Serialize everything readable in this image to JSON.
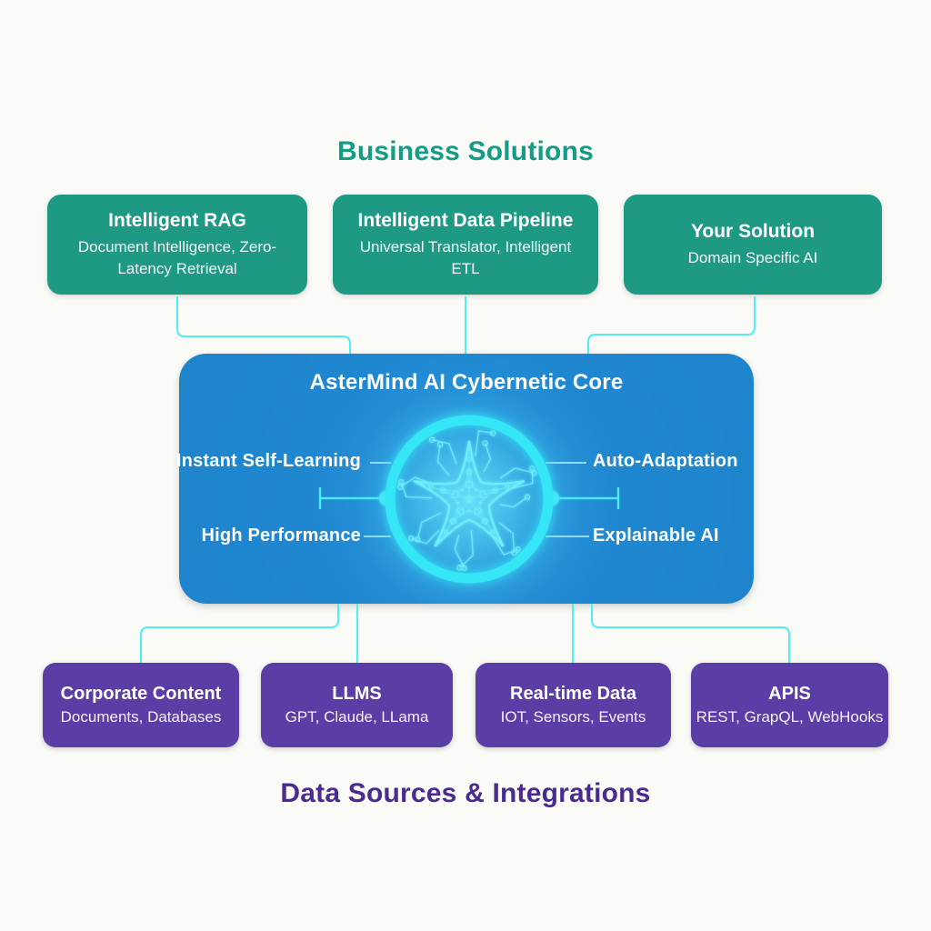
{
  "top_section": {
    "title": "Business Solutions",
    "title_color": "#139c86",
    "box_color": "#1e9a84",
    "boxes": [
      {
        "title": "Intelligent RAG",
        "subtitle": "Document Intelligence, Zero-Latency Retrieval"
      },
      {
        "title": "Intelligent Data Pipeline",
        "subtitle": "Universal Translator, Intelligent ETL"
      },
      {
        "title": "Your Solution",
        "subtitle": "Domain Specific AI"
      }
    ]
  },
  "core": {
    "title": "AsterMind AI Cybernetic Core",
    "box_color": "#1f87d0",
    "ring_color": "#35e6f6",
    "icon": "circuit-starfish-icon",
    "features_left": [
      "Instant Self-Learning",
      "High Performance"
    ],
    "features_right": [
      "Auto-Adaptation",
      "Explainable AI"
    ]
  },
  "bottom_section": {
    "title": "Data Sources & Integrations",
    "title_color": "#4b2b90",
    "box_color": "#5a3da5",
    "boxes": [
      {
        "title": "Corporate Content",
        "subtitle": "Documents, Databases"
      },
      {
        "title": "LLMS",
        "subtitle": "GPT, Claude, LLama"
      },
      {
        "title": "Real-time Data",
        "subtitle": "IOT, Sensors, Events"
      },
      {
        "title": "APIS",
        "subtitle": "REST, GrapQL, WebHooks"
      }
    ]
  },
  "connector_color": "#4deef6"
}
